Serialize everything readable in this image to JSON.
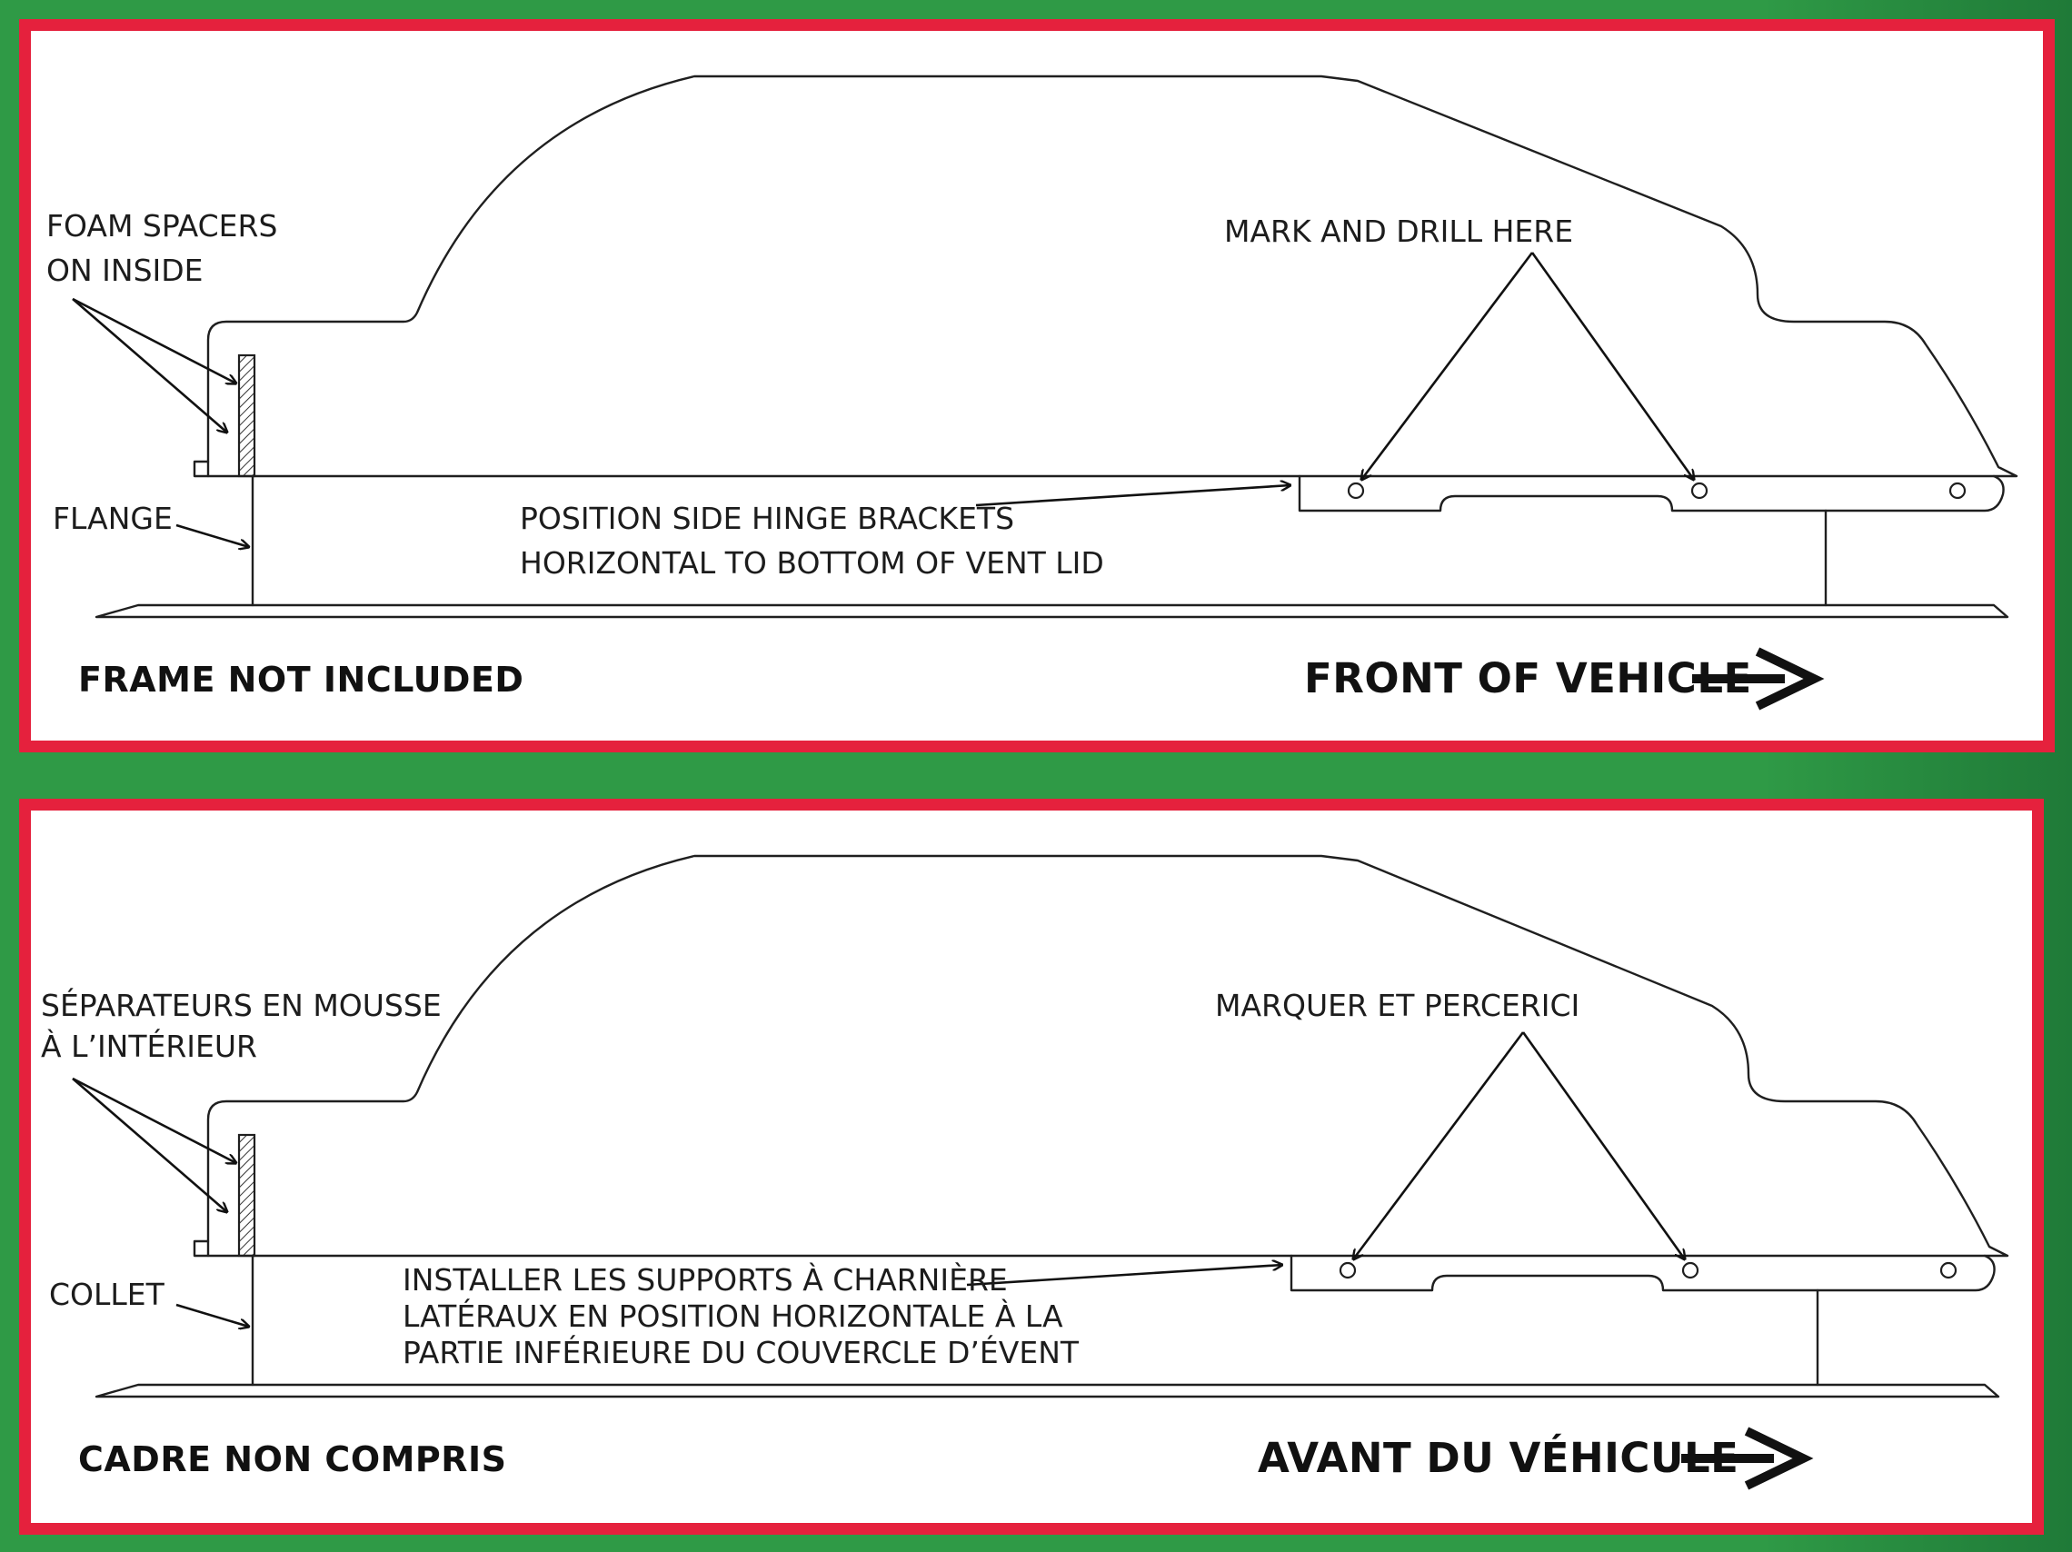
{
  "colors": {
    "background": "#2f9a46",
    "panel_border": "#e5213d",
    "panel_fill": "#ffffff",
    "ink": "#1c1c1c"
  },
  "icons": {
    "direction_arrow": "right-arrow-icon"
  },
  "english": {
    "foam_spacers": [
      "FOAM SPACERS",
      "ON INSIDE"
    ],
    "flange": "FLANGE",
    "mark_drill": "MARK AND DRILL HERE",
    "position_brackets": [
      "POSITION SIDE HINGE BRACKETS",
      "HORIZONTAL TO BOTTOM OF VENT LID"
    ],
    "frame_note": "FRAME NOT INCLUDED",
    "front_of_vehicle": "FRONT OF VEHICLE"
  },
  "french": {
    "foam_spacers": [
      "SÉPARATEURS EN MOUSSE",
      "À L’INTÉRIEUR"
    ],
    "flange": "COLLET",
    "mark_drill": "MARQUER ET PERCERICI",
    "position_brackets": [
      "INSTALLER LES SUPPORTS À CHARNIÈRE",
      "LATÉRAUX EN POSITION HORIZONTALE À LA",
      "PARTIE INFÉRIEURE DU COUVERCLE D’ÉVENT"
    ],
    "frame_note": "CADRE NON COMPRIS",
    "front_of_vehicle": "AVANT DU VÉHICULE"
  }
}
